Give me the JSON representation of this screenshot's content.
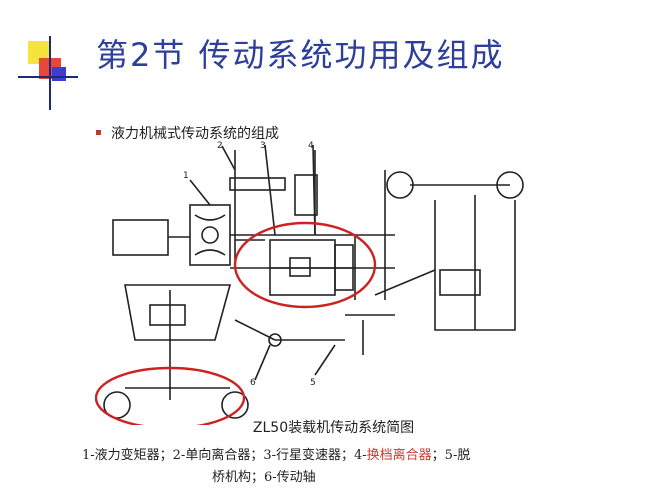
{
  "slide": {
    "title": "第2节 传动系统功用及组成",
    "bullet": "液力机械式传动系统的组成"
  },
  "diagram": {
    "part_labels": [
      "1",
      "2",
      "3",
      "4",
      "5",
      "6"
    ],
    "caption": "ZL50装载机传动系统简图",
    "legend_line1_a": "1-液力变矩器；2-单向离合器；3-行星变速器；4-",
    "legend_line1_highlight": "换档离合器",
    "legend_line1_b": "；5-脱",
    "legend_line2": "桥机构；6-传动轴"
  },
  "colors": {
    "title": "#2d3e9b",
    "highlight": "#d23a2a",
    "ellipse": "#cc2222"
  }
}
